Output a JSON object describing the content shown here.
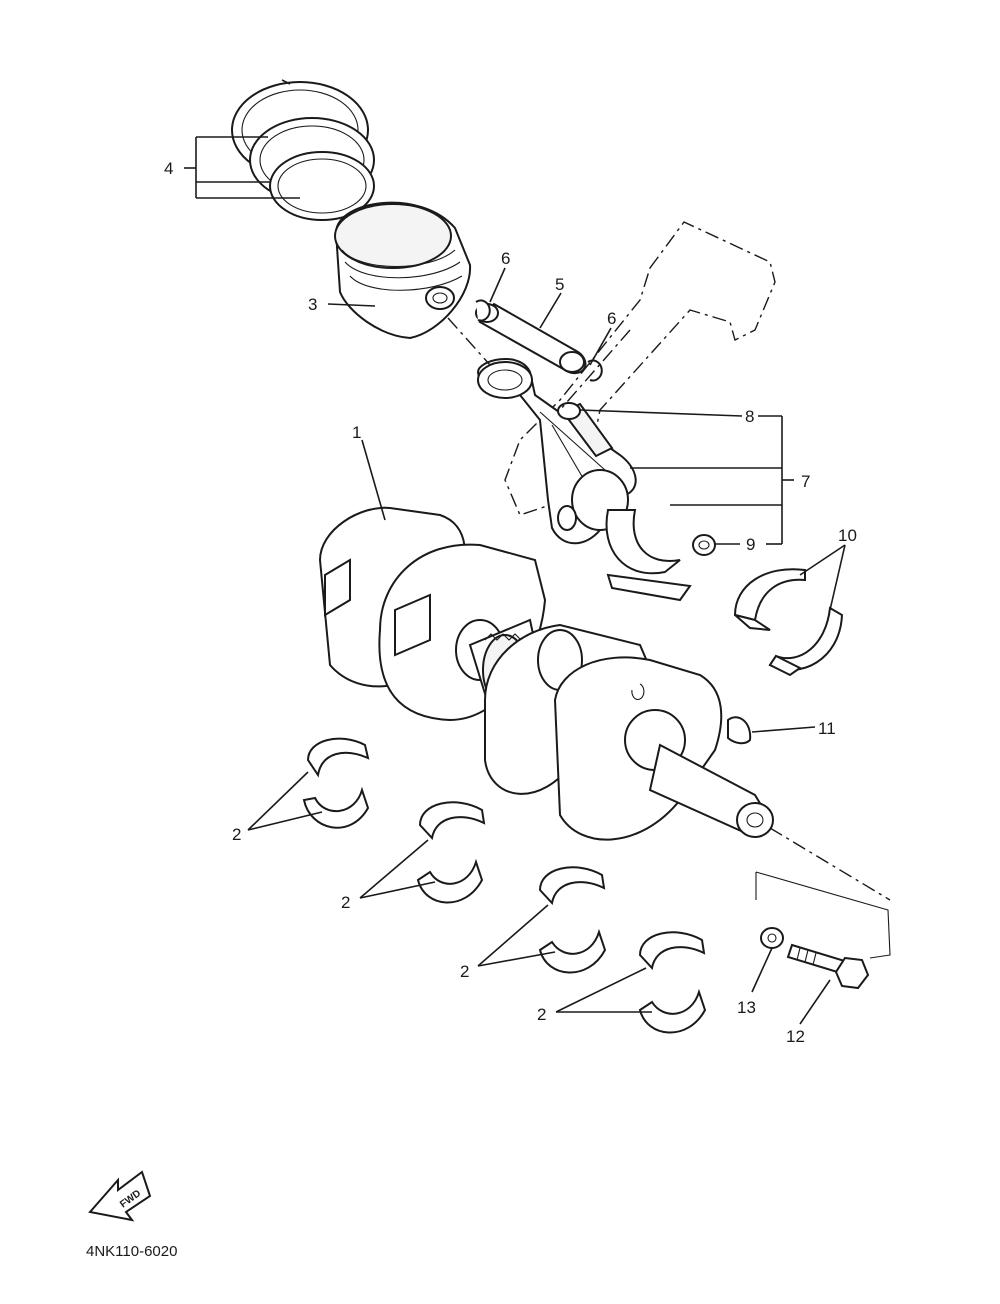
{
  "diagram": {
    "callouts": {
      "c1": "1",
      "c2a": "2",
      "c2b": "2",
      "c2c": "2",
      "c2d": "2",
      "c3": "3",
      "c4": "4",
      "c5": "5",
      "c6a": "6",
      "c6b": "6",
      "c7": "7",
      "c8": "8",
      "c9": "9",
      "c10": "10",
      "c11": "11",
      "c12": "12",
      "c13": "13"
    },
    "fwd_label": "FWD",
    "drawing_code": "4NK110-6020"
  }
}
